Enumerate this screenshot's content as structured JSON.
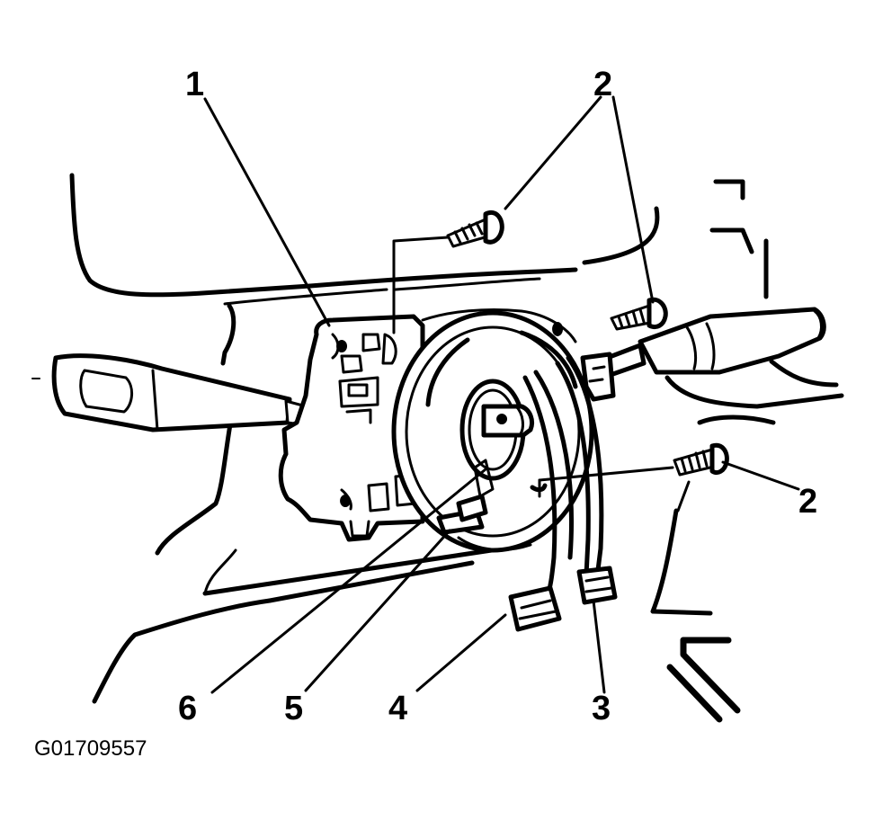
{
  "figure_id": "G01709557",
  "callouts": [
    {
      "key": "1",
      "label": "1"
    },
    {
      "key": "2a",
      "label": "2"
    },
    {
      "key": "2b",
      "label": "2"
    },
    {
      "key": "3",
      "label": "3"
    },
    {
      "key": "4",
      "label": "4"
    },
    {
      "key": "5",
      "label": "5"
    },
    {
      "key": "6",
      "label": "6"
    }
  ],
  "palette": {
    "ink": "#000000",
    "paper": "#ffffff"
  }
}
